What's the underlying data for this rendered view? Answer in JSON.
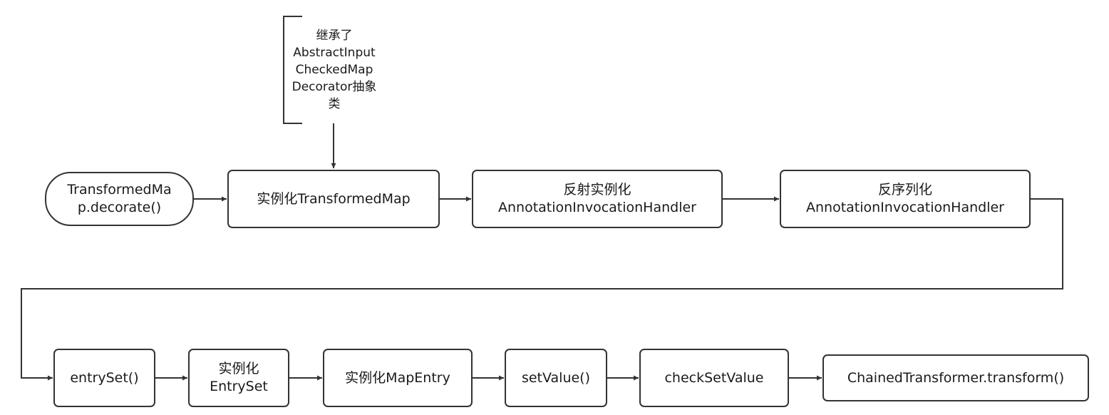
{
  "annotation": {
    "text": "继承了\nAbstractInput\nCheckedMap\nDecorator抽象\n类"
  },
  "nodes": [
    {
      "id": "decorate",
      "label": "TransformedMa\np.decorate()"
    },
    {
      "id": "instantiate-transformedmap",
      "label": "实例化TransformedMap"
    },
    {
      "id": "reflect-instantiate",
      "label": "反射实例化\nAnnotationInvocationHandler"
    },
    {
      "id": "deserialize",
      "label": "反序列化\nAnnotationInvocationHandler"
    },
    {
      "id": "entryset",
      "label": "entrySet()"
    },
    {
      "id": "instantiate-entryset",
      "label": "实例化\nEntrySet"
    },
    {
      "id": "instantiate-mapentry",
      "label": "实例化MapEntry"
    },
    {
      "id": "setvalue",
      "label": "setValue()"
    },
    {
      "id": "checksetvalue",
      "label": "checkSetValue"
    },
    {
      "id": "chained-transform",
      "label": "ChainedTransformer.transform()"
    }
  ],
  "colors": {
    "stroke": "#333333",
    "text": "#1a1a1a",
    "background": "#ffffff"
  }
}
